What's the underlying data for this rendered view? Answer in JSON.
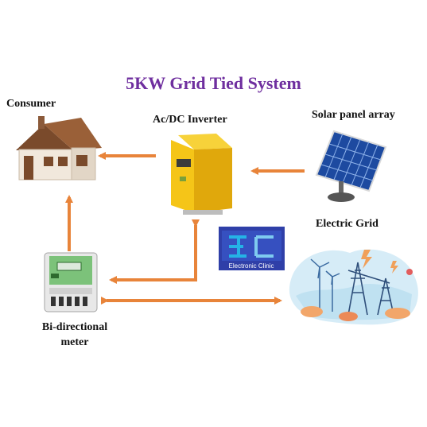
{
  "title": "5KW Grid Tied System",
  "labels": {
    "consumer": "Consumer",
    "inverter": "Ac/DC Inverter",
    "solar": "Solar panel array",
    "grid": "Electric Grid",
    "meter_line1": "Bi-directional",
    "meter_line2": "meter"
  },
  "logo": {
    "text": "Electronic Clinic",
    "colors": {
      "bg": "#2f3fa8",
      "accent": "#25b3e6"
    }
  },
  "icons": [
    "house-icon",
    "inverter-icon",
    "solar-panel-icon",
    "electric-grid-icon",
    "bi-directional-meter-icon"
  ],
  "colors": {
    "title": "#6f2f9f",
    "arrow": "#e8843a",
    "inverter": "#f5c518"
  }
}
